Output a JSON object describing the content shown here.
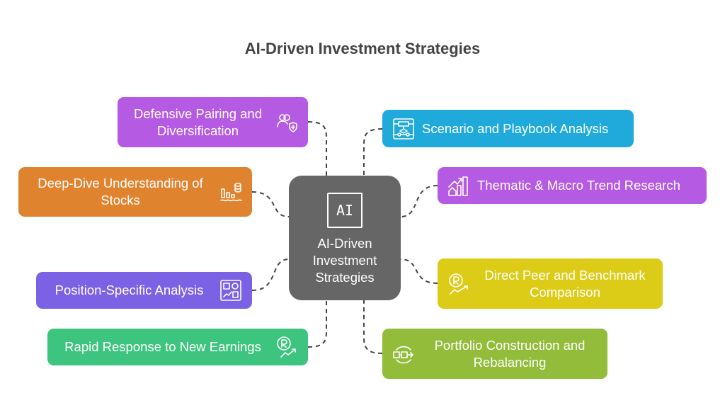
{
  "title": "AI-Driven Investment Strategies",
  "center": {
    "icon_text": "AI",
    "label": "AI-Driven Investment Strategies"
  },
  "nodes": [
    {
      "label": "Defensive Pairing and Diversification",
      "icon": "users-shield-icon",
      "color": "#b55ae3"
    },
    {
      "label": "Deep-Dive Understanding of Stocks",
      "icon": "chart-database-icon",
      "color": "#e0832f"
    },
    {
      "label": "Position-Specific Analysis",
      "icon": "dashboard-icon",
      "color": "#7b62e4"
    },
    {
      "label": "Rapid Response to New Earnings",
      "icon": "rupee-trend-icon",
      "color": "#3dc47e"
    },
    {
      "label": "Scenario and Playbook Analysis",
      "icon": "flowchart-icon",
      "color": "#20aadb"
    },
    {
      "label": "Thematic & Macro Trend Research",
      "icon": "house-growth-chart-icon",
      "color": "#b55ae3"
    },
    {
      "label": "Direct Peer and Benchmark Comparison",
      "icon": "rupee-trend-icon",
      "color": "#dccb17"
    },
    {
      "label": "Portfolio Construction and Rebalancing",
      "icon": "rebalance-cycle-icon",
      "color": "#92bc3a"
    }
  ]
}
